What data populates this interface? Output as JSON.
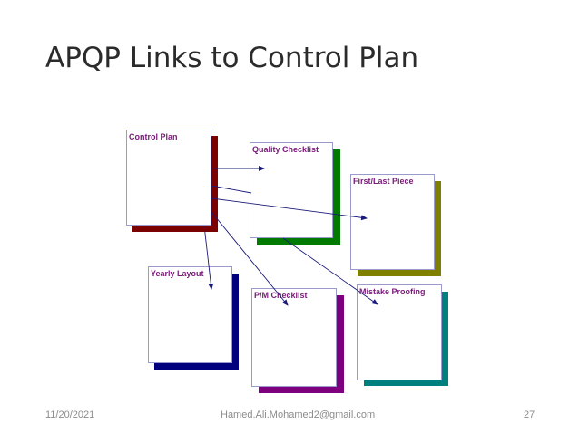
{
  "slide": {
    "title": "APQP Links to Control Plan"
  },
  "diagram": {
    "boxes": {
      "control_plan": {
        "label": "Control Plan",
        "shadow_color": "#7b0000"
      },
      "quality_checklist": {
        "label": "Quality Checklist",
        "shadow_color": "#007a00"
      },
      "first_last_piece": {
        "label": "First/Last Piece",
        "shadow_color": "#7f7f00"
      },
      "yearly_layout": {
        "label": "Yearly Layout",
        "shadow_color": "#00007f"
      },
      "pm_checklist": {
        "label": "P/M Checklist",
        "shadow_color": "#7f007f"
      },
      "mistake_proofing": {
        "label": "Mistake Proofing",
        "shadow_color": "#007f7f"
      }
    },
    "arrow_color": "#1a1a7a"
  },
  "footer": {
    "date": "11/20/2021",
    "email": "Hamed.Ali.Mohamed2@gmail.com",
    "page": "27"
  }
}
